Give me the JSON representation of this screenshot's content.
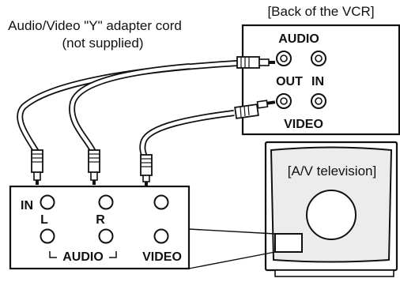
{
  "labels": {
    "cord_line1": "Audio/Video \"Y\" adapter cord",
    "cord_line2": "(not supplied)",
    "vcr_title": "[Back of the VCR]",
    "vcr_audio": "AUDIO",
    "vcr_out": "OUT",
    "vcr_in": "IN",
    "vcr_video": "VIDEO",
    "tv_label": "[A/V television]",
    "tv_in": "IN",
    "tv_l": "L",
    "tv_r": "R",
    "tv_audio": "AUDIO",
    "tv_video": "VIDEO"
  },
  "colors": {
    "stroke": "#111111",
    "cable_fill": "#ffffff",
    "screen_shade": "#ececec",
    "device_fill": "#ffffff"
  }
}
